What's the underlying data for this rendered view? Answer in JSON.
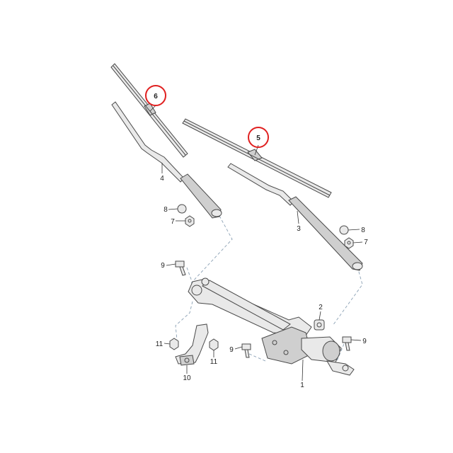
{
  "callouts": {
    "c1": "1",
    "c2": "2",
    "c3": "3",
    "c4": "4",
    "c5": "5",
    "c6": "6",
    "c7a": "7",
    "c7b": "7",
    "c8a": "8",
    "c8b": "8",
    "c9a": "9",
    "c9b": "9",
    "c9c": "9",
    "c10": "10",
    "c11a": "11",
    "c11b": "11"
  },
  "highlighted": [
    "5",
    "6"
  ],
  "colors": {
    "highlight": "#e02020",
    "leader_dashed": "#8aa0b4",
    "part_fill": "#e9e9e9"
  }
}
